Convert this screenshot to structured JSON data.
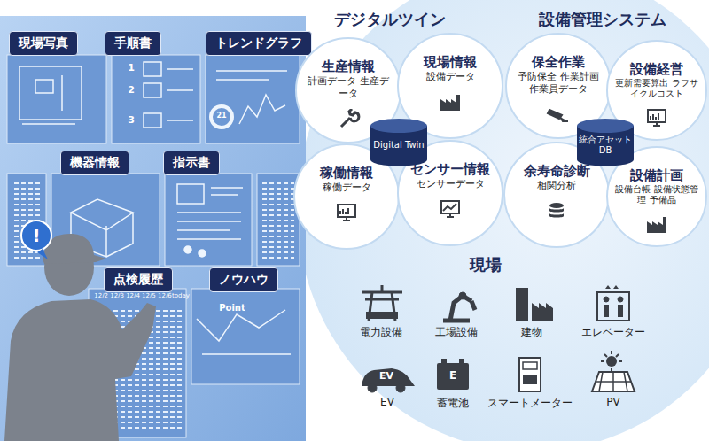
{
  "diagram": {
    "nodes": [
      {
        "text": [
          "現場写真"
        ]
      },
      {
        "text": [
          "手順書"
        ]
      },
      {
        "text": [
          "トレンドグラフ"
        ]
      },
      {
        "text": [
          "機器情報"
        ]
      },
      {
        "text": [
          "指示書"
        ]
      },
      {
        "text": [
          "点検履歴"
        ]
      },
      {
        "text": [
          "ノウハウ"
        ]
      },
      {
        "text": [
          "生産情報",
          "計画データ 生産データ"
        ]
      },
      {
        "text": [
          "現場情報",
          "設備データ"
        ]
      },
      {
        "text": [
          "Digital Twin"
        ]
      },
      {
        "text": [
          "稼働情報",
          "稼働データ"
        ]
      },
      {
        "text": [
          "センサー情報",
          "センサーデータ"
        ]
      },
      {
        "text": [
          "保全作業",
          "予防保全 作業計画 作業員データ"
        ]
      },
      {
        "text": [
          "設備経営",
          "更新需要算出 ラフサイクルコスト"
        ]
      },
      {
        "text": [
          "統合アセット DB"
        ]
      },
      {
        "text": [
          "余寿命診断",
          "相関分析"
        ]
      },
      {
        "text": [
          "設備計画",
          "設備台帳 設備状態管理 予備品"
        ]
      }
    ],
    "labels": [
      "デジタルツイン",
      "設備管理システム",
      "現場",
      "電力設備",
      "工場設備",
      "建物",
      "エレベーター",
      "EV",
      "蓄電池",
      "スマートメーター",
      "PV",
      "EV",
      "E",
      "!",
      "1",
      "2",
      "3",
      "21",
      "Point",
      "12/2 12/3 12/4 12/5 12/6",
      "today"
    ]
  }
}
